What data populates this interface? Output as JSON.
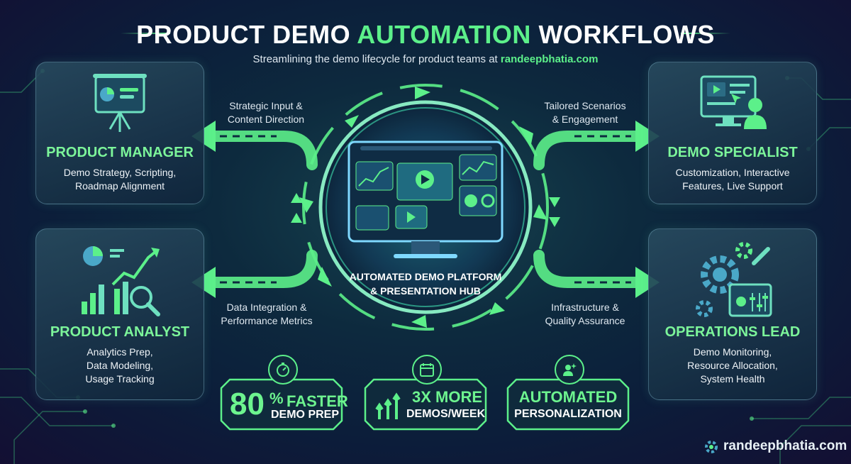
{
  "header": {
    "title_part1": "PRODUCT DEMO",
    "title_accent": "AUTOMATION",
    "title_part2": "WORKFLOWS",
    "subtitle_prefix": "Streamlining the demo lifecycle for product teams at",
    "subtitle_link": "randeepbhatia.com"
  },
  "roles": {
    "product_manager": {
      "title": "PRODUCT MANAGER",
      "desc": [
        "Demo Strategy, Scripting,",
        "Roadmap Alignment"
      ]
    },
    "product_analyst": {
      "title": "PRODUCT ANALYST",
      "desc": [
        "Analytics Prep,",
        "Data Modeling,",
        "Usage Tracking"
      ]
    },
    "demo_specialist": {
      "title": "DEMO SPECIALIST",
      "desc": [
        "Customization, Interactive",
        "Features, Live Support"
      ]
    },
    "operations_lead": {
      "title": "OPERATIONS LEAD",
      "desc": [
        "Demo Monitoring,",
        "Resource Allocation,",
        "System Health"
      ]
    }
  },
  "flows": {
    "top_left": [
      "Strategic Input &",
      "Content Direction"
    ],
    "bottom_left": [
      "Data Integration &",
      "Performance Metrics"
    ],
    "top_right": [
      "Tailored Scenarios",
      "& Engagement"
    ],
    "bottom_right": [
      "Infrastructure &",
      "Quality Assurance"
    ]
  },
  "hub": {
    "label_line1": "AUTOMATED DEMO PLATFORM",
    "label_line2": "& PRESENTATION HUB"
  },
  "stats": {
    "faster": {
      "number": "80",
      "percent": "%",
      "word": "FASTER",
      "sub": "DEMO PREP",
      "icon": "stopwatch-icon"
    },
    "more": {
      "line1": "3X MORE",
      "line2": "DEMOS/WEEK",
      "icon": "calendar-icon"
    },
    "personal": {
      "line1": "AUTOMATED",
      "line2": "PERSONALIZATION",
      "icon": "user-sparkle-icon"
    }
  },
  "footer": {
    "brand": "randeepbhatia.com"
  },
  "colors": {
    "accent": "#5cf08a",
    "bg_dark": "#0c1d3a",
    "card_border": "#78aabe"
  }
}
